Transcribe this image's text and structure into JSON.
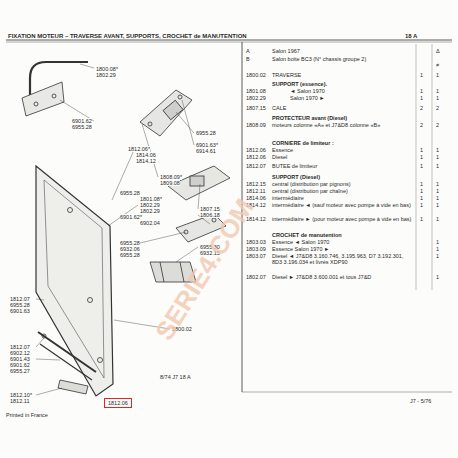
{
  "diagram": {
    "title": "FIXATION MOTEUR – TRAVERSE AVANT, SUPPORTS, CROCHET de MANUTENTION",
    "nodes": [
      {
        "text": [
          "1812.06"
        ]
      }
    ],
    "edges": [],
    "labels": [
      "18 A",
      "A",
      "Salon 1967",
      "Δ",
      "B",
      "Salon boite BC3 (N° chassis groupe 2)",
      "≠",
      "1800.02",
      "TRAVERSE",
      "1",
      "1",
      "SUPPORT (essence).",
      "1801.08",
      "◄ Salon 1970",
      "1",
      "1",
      "1802.29",
      "Salon 1970 ►",
      "1",
      "1",
      "1807.15",
      "CALE",
      "2",
      "2",
      "PROTECTEUR avant (Diesel)",
      "1808.09",
      "moteurs colonne «A» et J7&D8 colonne «B»",
      "2",
      "2",
      "CORNIERE de limiteur :",
      "1812.06",
      "Essence",
      "1",
      "1",
      "1812.06",
      "Diesel",
      "1",
      "1",
      "1812.07",
      "BUTEE de limiteur",
      "1",
      "1",
      "SUPPORT (Diesel)",
      "1812.15",
      "central (distribution par pignons)",
      "1",
      "1",
      "1812.11",
      "central (distribution par chaîne)",
      "1",
      "1",
      "1814.06",
      "intermédiaire",
      "1",
      "1",
      "1814.12",
      "intermédiaire ◄ (sauf moteur avec pompe à vide en bas)",
      "1",
      "1",
      "1814.12",
      "intermédiaire ► (pour moteur avec pompe à vide en bas)",
      "1",
      "1",
      "CROCHET de manutention",
      "1803.03",
      "Essence ◄ Salon 1970",
      "1",
      "1803.09",
      "Essence Salon 1970 ►",
      "1",
      "1803.07",
      "Diesel ◄ J7&D8 3.160.746, 3.195.963, D7 3.192.301, 8D3 3.196.034 et livrés XDP90",
      "1",
      "1802.07",
      "Diesel ► J7&D8 3.600.001 et tous J7&D",
      "1",
      "J7 - 5/76",
      "1800.08*",
      "1802.29",
      "6901.62",
      "6955.28",
      "1812.06*",
      "1814.06",
      "1814.12",
      "6955.28",
      "6901.63*",
      "6914.61",
      "1808.09*",
      "1809.08",
      "6955.28",
      "1801.08*",
      "1802.29",
      "1802.29",
      "6901.62*",
      "6902.04",
      "1807.15",
      "1806.18",
      "6955.28",
      "6932.06",
      "6955.28",
      "6955.30",
      "6932.15",
      "1812.07",
      "6955.28",
      "6901.63",
      "1812.07",
      "6902.12",
      "6901.43",
      "6901.62",
      "6955.27",
      "1812.10*",
      "1812.11",
      "1800.02",
      "8/74 J7 18 A",
      "Printed in France",
      "SERIE4.COM"
    ]
  }
}
